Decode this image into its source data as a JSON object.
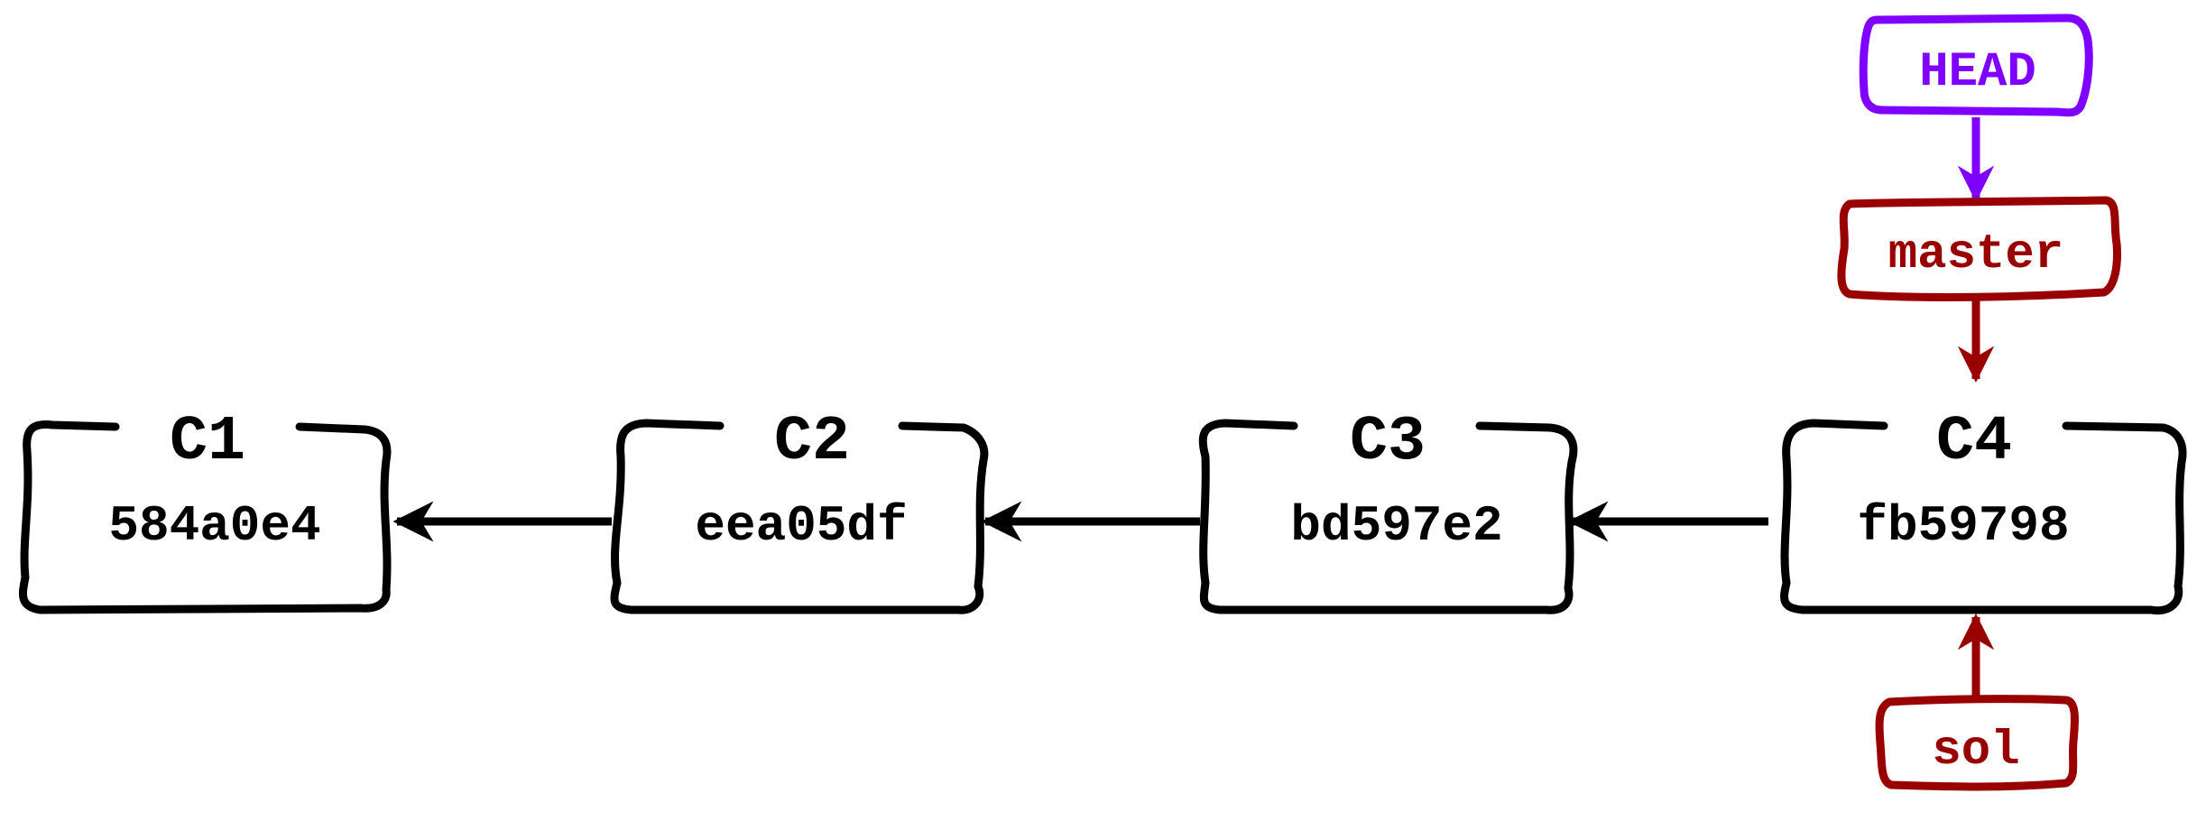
{
  "diagram": {
    "commits": [
      {
        "name": "C1",
        "hash": "584a0e4"
      },
      {
        "name": "C2",
        "hash": "eea05df"
      },
      {
        "name": "C3",
        "hash": "bd597e2"
      },
      {
        "name": "C4",
        "hash": "fb59798"
      }
    ],
    "refs": {
      "head": {
        "label": "HEAD",
        "color": "#7F00FF"
      },
      "master": {
        "label": "master",
        "color": "#990000"
      },
      "sol": {
        "label": "sol",
        "color": "#990000"
      }
    },
    "edge_color": "#000000"
  }
}
